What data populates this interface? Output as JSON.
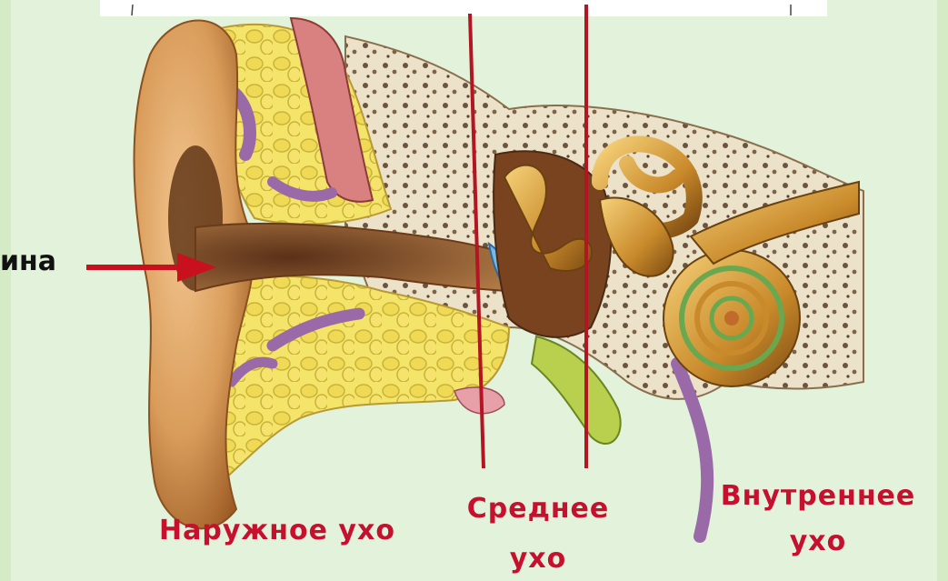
{
  "labels": {
    "partial_left": "ина",
    "outer_ear": "Наружное ухо",
    "middle_ear_line1": "Среднее",
    "middle_ear_line2": "ухо",
    "inner_ear_line1": "Внутреннее",
    "inner_ear_line2": "ухо"
  },
  "colors": {
    "background": "#e3f2db",
    "label_red": "#c6102e",
    "divider_red": "#b31522",
    "arrow_red": "#c8101e",
    "skin": "#d79a5a",
    "fat_yellow": "#f1e36a",
    "purple_vessel": "#9a6aa8",
    "bone": "#e8dcc4"
  }
}
